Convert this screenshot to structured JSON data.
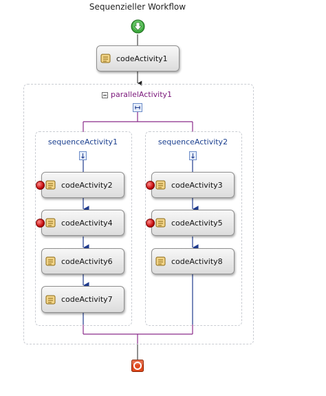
{
  "workflow": {
    "title": "Sequenzieller Workflow",
    "accent_colors": {
      "parallel_line": "#8a2a8a",
      "sequence_line": "#1e3a8c",
      "breakpoint": "#c60f0f"
    },
    "start_icon": "green-down-arrow-icon",
    "end_icon": "red-stop-icon"
  },
  "top_activity": {
    "label": "codeActivity1"
  },
  "parallel": {
    "label": "parallelActivity1",
    "branches": [
      {
        "label": "sequenceActivity1",
        "activities": [
          {
            "label": "codeActivity2",
            "breakpoint": true
          },
          {
            "label": "codeActivity4",
            "breakpoint": true
          },
          {
            "label": "codeActivity6",
            "breakpoint": false
          },
          {
            "label": "codeActivity7",
            "breakpoint": false
          }
        ]
      },
      {
        "label": "sequenceActivity2",
        "activities": [
          {
            "label": "codeActivity3",
            "breakpoint": true
          },
          {
            "label": "codeActivity5",
            "breakpoint": true
          },
          {
            "label": "codeActivity8",
            "breakpoint": false
          }
        ]
      }
    ]
  }
}
